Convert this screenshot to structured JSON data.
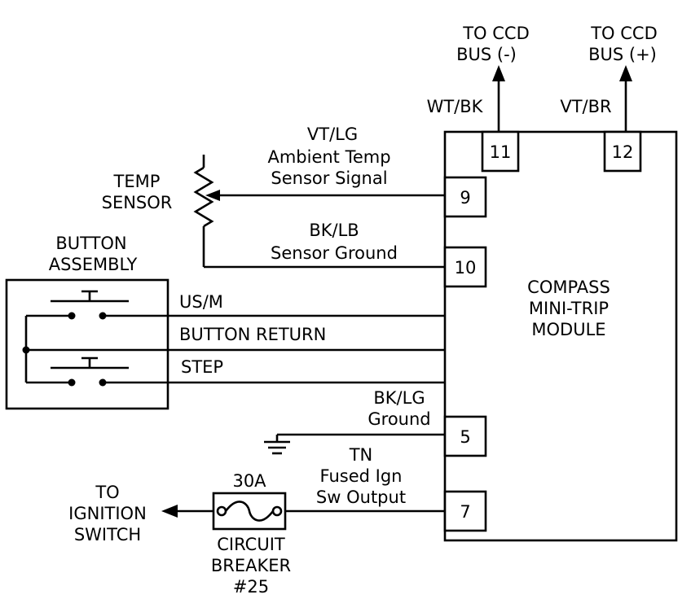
{
  "module": {
    "line1": "COMPASS",
    "line2": "MINI-TRIP",
    "line3": "MODULE"
  },
  "pins": {
    "p11": "11",
    "p12": "12",
    "p9": "9",
    "p10": "10",
    "p5": "5",
    "p7": "7"
  },
  "ccd_minus": {
    "line1": "TO CCD",
    "line2": "BUS (-)",
    "wire": "WT/BK"
  },
  "ccd_plus": {
    "line1": "TO CCD",
    "line2": "BUS (+)",
    "wire": "VT/BR"
  },
  "temp_sensor": {
    "line1": "TEMP",
    "line2": "SENSOR"
  },
  "signal_wire": {
    "color": "VT/LG",
    "line2": "Ambient Temp",
    "line3": "Sensor Signal"
  },
  "sensor_ground_wire": {
    "color": "BK/LB",
    "line2": "Sensor Ground"
  },
  "button_assembly": {
    "line1": "BUTTON",
    "line2": "ASSEMBLY"
  },
  "button_wires": {
    "usm": "US/M",
    "ret": "BUTTON RETURN",
    "step": "STEP"
  },
  "ground_wire": {
    "color": "BK/LG",
    "line2": "Ground"
  },
  "fused_wire": {
    "color": "TN",
    "line2": "Fused Ign",
    "line3": "Sw Output"
  },
  "breaker": {
    "rating": "30A",
    "line1": "CIRCUIT",
    "line2": "BREAKER",
    "line3": "#25"
  },
  "ignition": {
    "line1": "TO",
    "line2": "IGNITION",
    "line3": "SWITCH"
  }
}
